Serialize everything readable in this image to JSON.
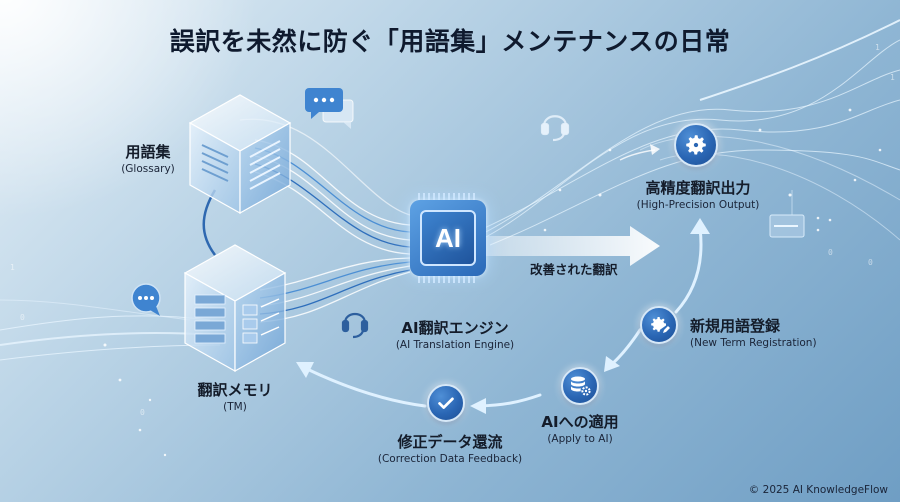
{
  "title": "誤訳を未然に防ぐ「用語集」メンテナンスの日常",
  "nodes": {
    "glossary": {
      "jp": "用語集",
      "en": "(Glossary)",
      "icon": "glossary-cube-icon"
    },
    "tm": {
      "jp": "翻訳メモリ",
      "en": "(TM)",
      "icon": "translation-memory-cube-icon"
    },
    "engine": {
      "jp": "AI翻訳エンジン",
      "en": "(AI Translation Engine)",
      "chip_text": "AI",
      "icon": "ai-chip-icon"
    },
    "output": {
      "jp": "高精度翻訳出力",
      "en": "(High-Precision Output)",
      "icon": "gear-icon"
    },
    "new_term": {
      "jp": "新規用語登録",
      "en": "(New Term Registration)",
      "icon": "gear-pencil-icon"
    },
    "apply": {
      "jp": "AIへの適用",
      "en": "(Apply to AI)",
      "icon": "database-gear-icon"
    },
    "feedback": {
      "jp": "修正データ還流",
      "en": "(Correction Data Feedback)",
      "icon": "checkmark-icon"
    }
  },
  "arrows": {
    "improved": {
      "label": "改善された翻訳"
    }
  },
  "decorations": [
    "chat-bubble-icon",
    "chat-bubble-icon",
    "headset-icon",
    "headset-icon",
    "message-card-icon"
  ],
  "footer": {
    "copyright": "© 2025 AI KnowledgeFlow"
  },
  "colors": {
    "accent": "#2a66b4",
    "accent_light": "#4f8fd6",
    "text_dark": "#141c2a",
    "background_start": "#e6f0f7",
    "background_end": "#6f9ec4"
  }
}
